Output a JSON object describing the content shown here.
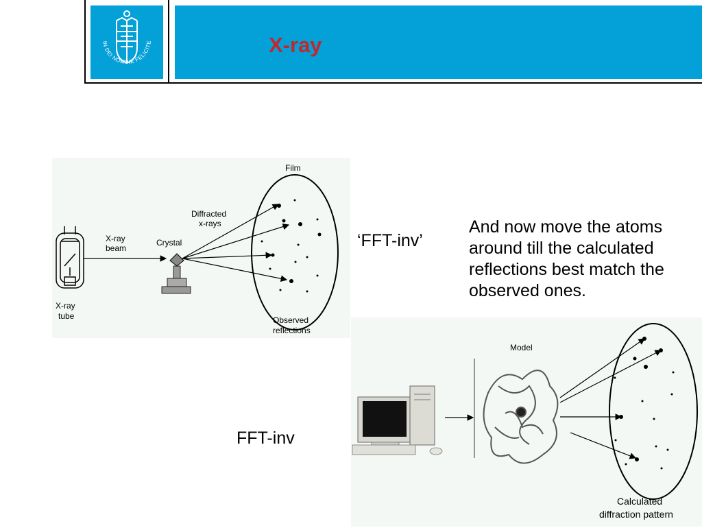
{
  "header": {
    "title": "X-ray"
  },
  "logo": {
    "motto": "IN DEI NOMINE FELICITER"
  },
  "diagram_top": {
    "film_label": "Film",
    "diffracted_label": [
      "Diffracted",
      "x-rays"
    ],
    "beam_label": [
      "X-ray",
      "beam"
    ],
    "crystal_label": "Crystal",
    "tube_label": [
      "X-ray",
      "tube"
    ],
    "observed_label": [
      "Observed",
      "reflections"
    ]
  },
  "diagram_bottom": {
    "model_label": "Model",
    "calculated_label": [
      "Calculated",
      "diffraction pattern"
    ]
  },
  "labels": {
    "fft_inv_quoted": "‘FFT-inv’",
    "fft_inv": "FFT-inv"
  },
  "body_text": "And now move the atoms around till the calculated reflections best match the observed ones.",
  "colors": {
    "brand_blue": "#04a0d8",
    "title_red": "#c0282d"
  }
}
